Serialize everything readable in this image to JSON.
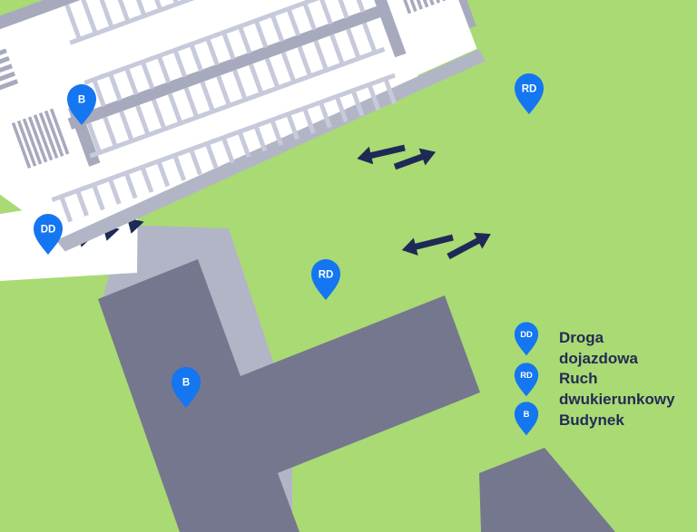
{
  "map_pins": {
    "building_top": {
      "label": "B"
    },
    "access_road": {
      "label": "DD"
    },
    "two_way_upper": {
      "label": "RD"
    },
    "two_way_lower": {
      "label": "RD"
    },
    "building_bottom": {
      "label": "B"
    }
  },
  "legend": {
    "items": [
      {
        "abbr": "DD",
        "line1": "Droga",
        "line2": "dojazdowa"
      },
      {
        "abbr": "RD",
        "line1": "Ruch",
        "line2": "dwukierunkowy"
      },
      {
        "abbr": "B",
        "line1": "Budynek",
        "line2": ""
      }
    ]
  },
  "icons": {
    "pin": "map-pin-icon",
    "arrow": "two-way-arrow-icon",
    "triangle": "direction-triangle-icon"
  },
  "colors": {
    "grass_green": "#A9DA74",
    "building_gray": "#75778E",
    "ramp_gray": "#B2B5C6",
    "curb_gray": "#A7AABD",
    "marking_gray": "#C7CADB",
    "surface_white": "#FFFFFF",
    "arrow_navy": "#1E2A55",
    "pin_blue": "#1476F1",
    "legend_text": "#252B54"
  }
}
